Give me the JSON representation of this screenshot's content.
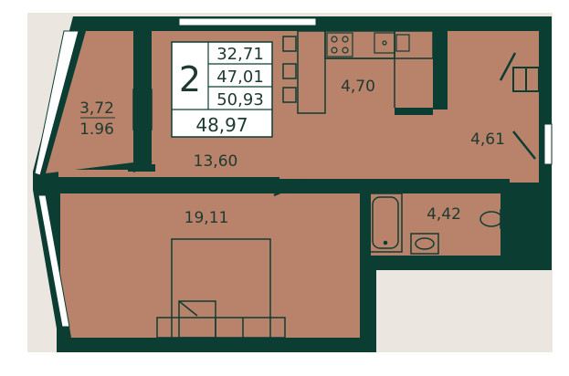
{
  "info_box": {
    "rooms": "2",
    "area_1": "32,71",
    "area_2": "47,01",
    "area_3": "50,93",
    "total": "48,97"
  },
  "rooms": {
    "balcony": "3,72",
    "balcony_reduced": "1.96",
    "hall": "13,60",
    "kitchen": "4,70",
    "corridor": "4,61",
    "bedroom": "19,11",
    "bathroom": "4,42"
  },
  "colors": {
    "wall": "#0c3d33",
    "floor": "#b9826b",
    "background_shade": "#e8e1d9",
    "window": "#ffffff"
  }
}
